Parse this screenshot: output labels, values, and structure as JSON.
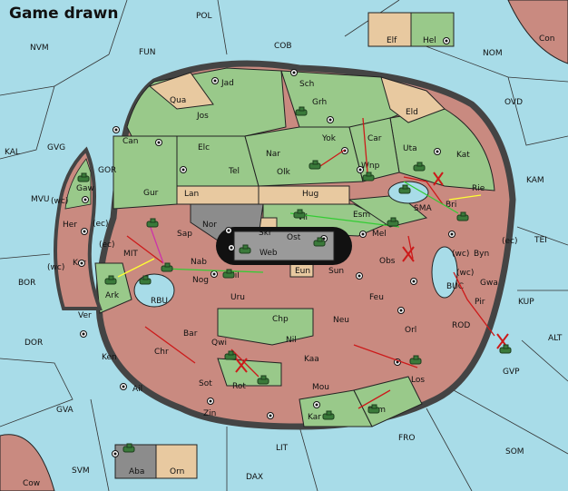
{
  "title": "Game drawn",
  "colors": {
    "sea": "#a8dce8",
    "land_green": "#99c98a",
    "land_red": "#c98a80",
    "land_tan": "#e8c9a0",
    "land_gray": "#8c8c8c",
    "rim": "#444444",
    "unit": "#3a7a3a",
    "move_red": "#cc1a1a",
    "move_green": "#33cc33",
    "move_yellow": "#ffff33",
    "move_magenta": "#cc33aa"
  },
  "sea_labels": [
    "POL",
    "NVM",
    "FUN",
    "COB",
    "NOM",
    "Con",
    "KAL",
    "GVG",
    "OVD",
    "KAM",
    "MVU",
    "TEI",
    "BOR",
    "KUP",
    "ALT",
    "DOR",
    "GVA",
    "FRO",
    "SOM",
    "LIT",
    "SVM",
    "DAX",
    "Cow",
    "GOR",
    "MIT",
    "RBU",
    "SMA",
    "BUC",
    "ROD",
    "GVP"
  ],
  "land_labels": [
    "Jad",
    "Sch",
    "Grh",
    "Qua",
    "Jos",
    "Eld",
    "Can",
    "Yok",
    "Car",
    "Uta",
    "Kat",
    "Elc",
    "Nar",
    "Wnp",
    "Tel",
    "Olk",
    "Gur",
    "Lan",
    "Hug",
    "Rie",
    "Bri",
    "Esm",
    "Vil",
    "Mel",
    "Gaw",
    "Her",
    "Kor",
    "Ark",
    "Sap",
    "Nor",
    "Skr",
    "Ost",
    "Web",
    "Nab",
    "Nog",
    "Hil",
    "Eun",
    "Sun",
    "Obs",
    "Byn",
    "Gwa",
    "Pir",
    "Uru",
    "Feu",
    "Chp",
    "Neu",
    "Orl",
    "Bar",
    "Qwi",
    "Nil",
    "Ver",
    "Ken",
    "Chr",
    "Kaa",
    "Los",
    "Ail",
    "Sot",
    "Rot",
    "Mou",
    "Sam",
    "Zin",
    "Kar",
    "Elf",
    "Hel",
    "Aba",
    "Orn"
  ],
  "coast_labels": [
    "(wc)",
    "(ec)",
    "(ec)",
    "(wc)",
    "(wc)",
    "(ec)",
    "(wc)"
  ]
}
